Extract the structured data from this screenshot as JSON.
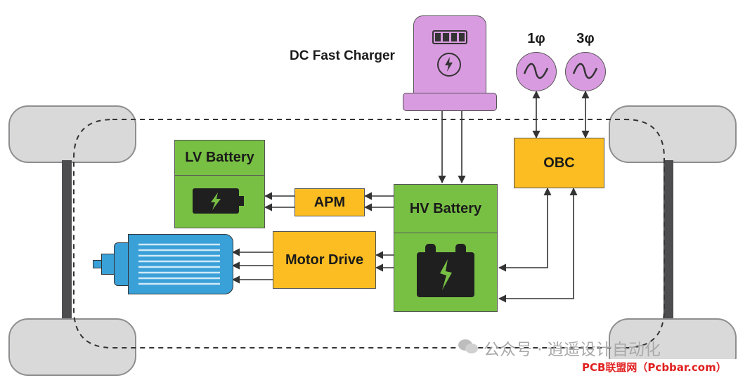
{
  "labels": {
    "dc_fast_charger": "DC Fast Charger",
    "phase1": "1φ",
    "phase3": "3φ",
    "lv_battery": "LV Battery",
    "apm": "APM",
    "hv_battery": "HV Battery",
    "obc": "OBC",
    "motor_drive": "Motor Drive"
  },
  "watermark": {
    "text": "公众号 · 逍遥设计自动化",
    "site": "PCB联盟网（Pcbbar.com）"
  },
  "colors": {
    "green": "#78c044",
    "orange": "#fbbd22",
    "purple": "#d99be0",
    "motor_blue": "#3aa0d8",
    "wheel": "#d9d9da"
  },
  "icons": [
    "charger-battery-icon",
    "lightning-icon",
    "ac-wave-icon",
    "battery-icon",
    "motor-icon",
    "wheel-icon"
  ]
}
